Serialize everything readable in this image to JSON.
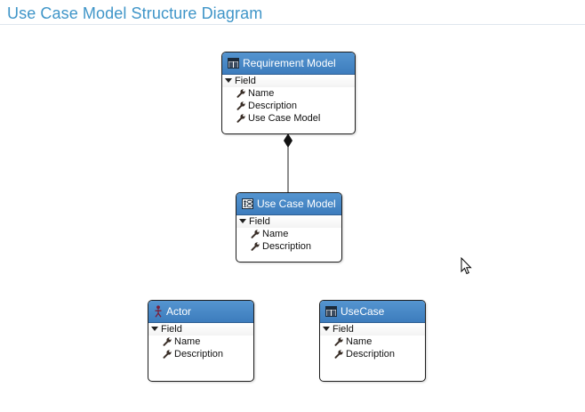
{
  "page": {
    "title": "Use Case Model Structure Diagram"
  },
  "colors": {
    "title": "#3f95c8",
    "header_fill": "#4a8bc8",
    "border": "#1e1e1e"
  },
  "entities": {
    "requirement_model": {
      "title": "Requirement Model",
      "icon": "table-icon",
      "section": "Field",
      "fields": [
        "Name",
        "Description",
        "Use Case Model"
      ]
    },
    "use_case_model": {
      "title": "Use Case Model",
      "icon": "use-case-model-icon",
      "section": "Field",
      "fields": [
        "Name",
        "Description"
      ]
    },
    "actor": {
      "title": "Actor",
      "icon": "actor-icon",
      "section": "Field",
      "fields": [
        "Name",
        "Description"
      ]
    },
    "use_case": {
      "title": "UseCase",
      "icon": "table-icon",
      "section": "Field",
      "fields": [
        "Name",
        "Description"
      ]
    }
  },
  "relationships": [
    {
      "from": "Requirement Model",
      "to": "Use Case Model",
      "kind": "composition"
    }
  ]
}
